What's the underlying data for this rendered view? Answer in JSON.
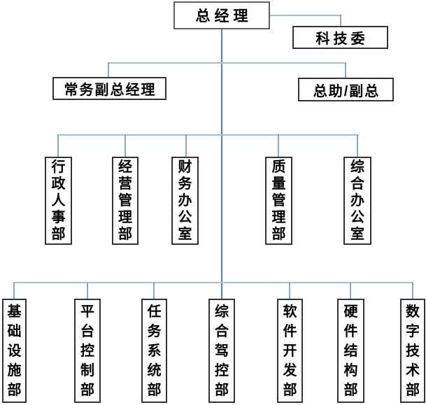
{
  "org_chart": {
    "root": {
      "label": "总经理"
    },
    "committee": {
      "label": "科技委"
    },
    "level2": [
      {
        "label": "常务副总经理"
      },
      {
        "label": "总助/副总"
      }
    ],
    "level3": [
      {
        "label": "行政人事部"
      },
      {
        "label": "经营管理部"
      },
      {
        "label": "财务办公室"
      },
      {
        "label": "质量管理部"
      },
      {
        "label": "综合办公室"
      }
    ],
    "level4": [
      {
        "label": "基础设施部"
      },
      {
        "label": "平台控制部"
      },
      {
        "label": "任务系统部"
      },
      {
        "label": "综合驾控部"
      },
      {
        "label": "软件开发部"
      },
      {
        "label": "硬件结构部"
      },
      {
        "label": "数字技术部"
      }
    ],
    "colors": {
      "trunk_line": "#4f81bd",
      "branch_line": "#a8bed8",
      "drop_line": "#8aa5c8",
      "box_border": "#333333",
      "text": "#000000",
      "background": "#ffffff"
    }
  }
}
